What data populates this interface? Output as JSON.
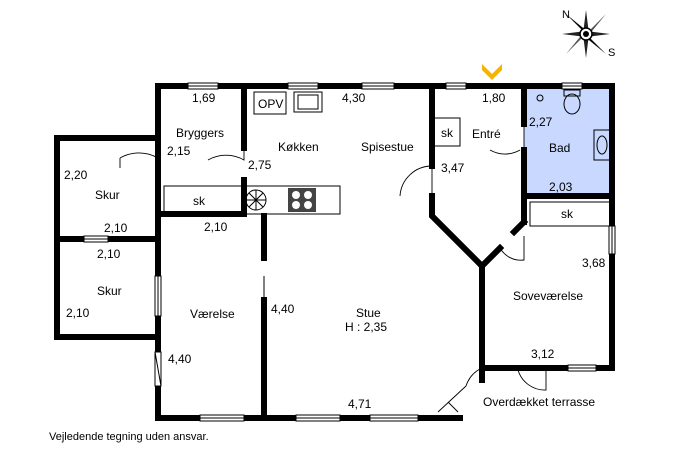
{
  "colors": {
    "walls": "#000000",
    "bathroom_fill": "#c8d8ff",
    "entrance_marker": "#f5b400",
    "window_glass": "#d0d0d0"
  },
  "compass": {
    "labels": [
      "N",
      "S"
    ]
  },
  "rooms": {
    "bryggers": "Bryggers",
    "koekken": "Køkken",
    "spisestue": "Spisestue",
    "entre": "Entré",
    "bad": "Bad",
    "skur_top": "Skur",
    "skur_bottom": "Skur",
    "vaerelse": "Værelse",
    "stue": "Stue",
    "stue_height": "H : 2,35",
    "sovevaerelse": "Soveværelse",
    "terrasse": "Overdækket terrasse"
  },
  "fixtures": {
    "opv": "OPV",
    "sk_bryggers": "sk",
    "sk_entre": "sk",
    "sk_sove": "sk"
  },
  "dimensions": {
    "bryggers_top": "1,69",
    "bryggers_side": "2,15",
    "koekken_top": "4,30",
    "koekken_side": "2,75",
    "entre_top": "1,80",
    "entre_side": "3,47",
    "bad_side": "2,27",
    "bad_bottom": "2,03",
    "skur_top_side": "2,20",
    "skur_top_bottom": "2,10",
    "skur_bottom_top": "2,10",
    "skur_bottom_side": "2,10",
    "vaerelse_top": "2,10",
    "vaerelse_side": "4,40",
    "stue_side": "4,40",
    "stue_bottom": "4,71",
    "sove_side": "3,68",
    "sove_bottom": "3,12"
  },
  "caption": "Vejledende tegning uden ansvar."
}
